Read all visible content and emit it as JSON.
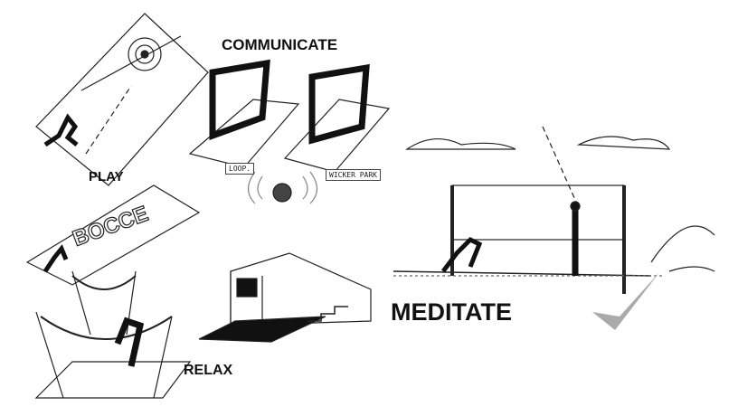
{
  "labels": {
    "communicate": "COMMUNICATE",
    "play": "PLAY",
    "bocce": "BOCCE",
    "loop": "LOOP.",
    "wicker_park": "WICKER PARK",
    "meditate": "MEDITATE",
    "relax": "RELAX"
  },
  "colors": {
    "ink": "#111111",
    "checkmark": "#aaaaaa"
  }
}
